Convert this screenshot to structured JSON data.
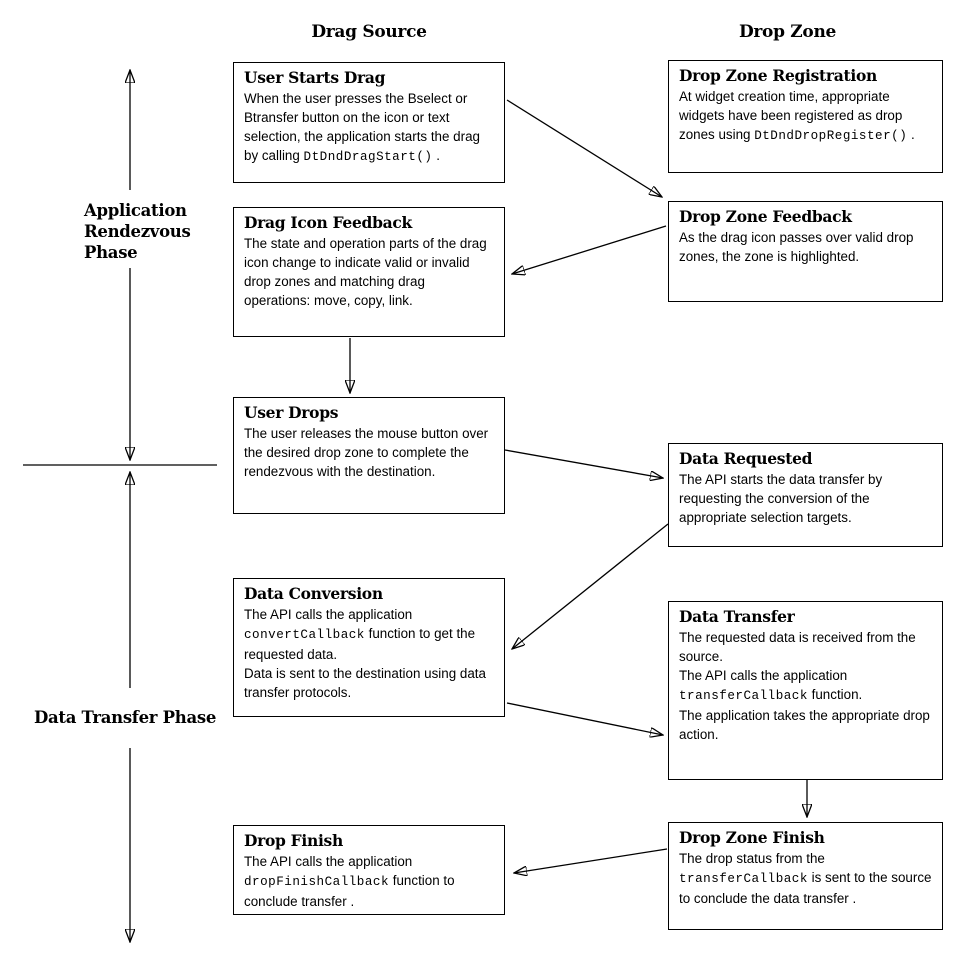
{
  "colors": {
    "foreground": "#000000",
    "background": "#ffffff"
  },
  "headers": {
    "drag_source": "Drag Source",
    "drop_zone": "Drop Zone"
  },
  "phases": {
    "application_rendezvous": "Application\nRendezvous\nPhase",
    "data_transfer": "Data Transfer Phase"
  },
  "boxes": {
    "user_starts_drag": {
      "title": "User Starts Drag",
      "body": [
        {
          "t": "When the user presses the Bselect or Btransfer button on the icon or text selection, the application starts the drag by calling "
        },
        {
          "c": "DtDndDragStart()"
        },
        {
          "t": " ."
        }
      ]
    },
    "drop_zone_registration": {
      "title": "Drop Zone Registration",
      "body": [
        {
          "t": "At widget creation time, appropriate widgets have been registered as drop zones using "
        },
        {
          "c": "DtDndDropRegister()"
        },
        {
          "t": " ."
        }
      ]
    },
    "drag_icon_feedback": {
      "title": "Drag Icon Feedback",
      "body": [
        {
          "t": "The state and operation parts of the drag icon change to indicate valid or invalid drop zones and matching drag operations: move, copy, link."
        }
      ]
    },
    "drop_zone_feedback": {
      "title": "Drop Zone Feedback",
      "body": [
        {
          "t": "As the drag icon passes over valid drop zones, the zone is highlighted."
        }
      ]
    },
    "user_drops": {
      "title": "User Drops",
      "body": [
        {
          "t": "The user releases the mouse button over the desired drop zone to complete the rendezvous with the destination."
        }
      ]
    },
    "data_requested": {
      "title": "Data Requested",
      "body": [
        {
          "t": "The API starts the data transfer by requesting the conversion of the appropriate selection targets."
        }
      ]
    },
    "data_conversion": {
      "title": "Data Conversion",
      "body": [
        {
          "t": "The API calls the application "
        },
        {
          "c": "convertCallback"
        },
        {
          "t": " function to get the requested data.\nData is sent to the destination using data transfer protocols."
        }
      ]
    },
    "data_transfer": {
      "title": "Data Transfer",
      "body": [
        {
          "t": "The requested data is received from the source.\nThe API calls the application "
        },
        {
          "c": "transferCallback"
        },
        {
          "t": " function.\nThe application takes the appropriate drop action."
        }
      ]
    },
    "drop_finish": {
      "title": "Drop Finish",
      "body": [
        {
          "t": "The API calls the application "
        },
        {
          "c": "dropFinishCallback"
        },
        {
          "t": " function to conclude transfer ."
        }
      ]
    },
    "drop_zone_finish": {
      "title": "Drop Zone Finish",
      "body": [
        {
          "t": "The drop status from the "
        },
        {
          "c": "transferCallback"
        },
        {
          "t": " is sent to the source to conclude the data transfer ."
        }
      ]
    }
  }
}
